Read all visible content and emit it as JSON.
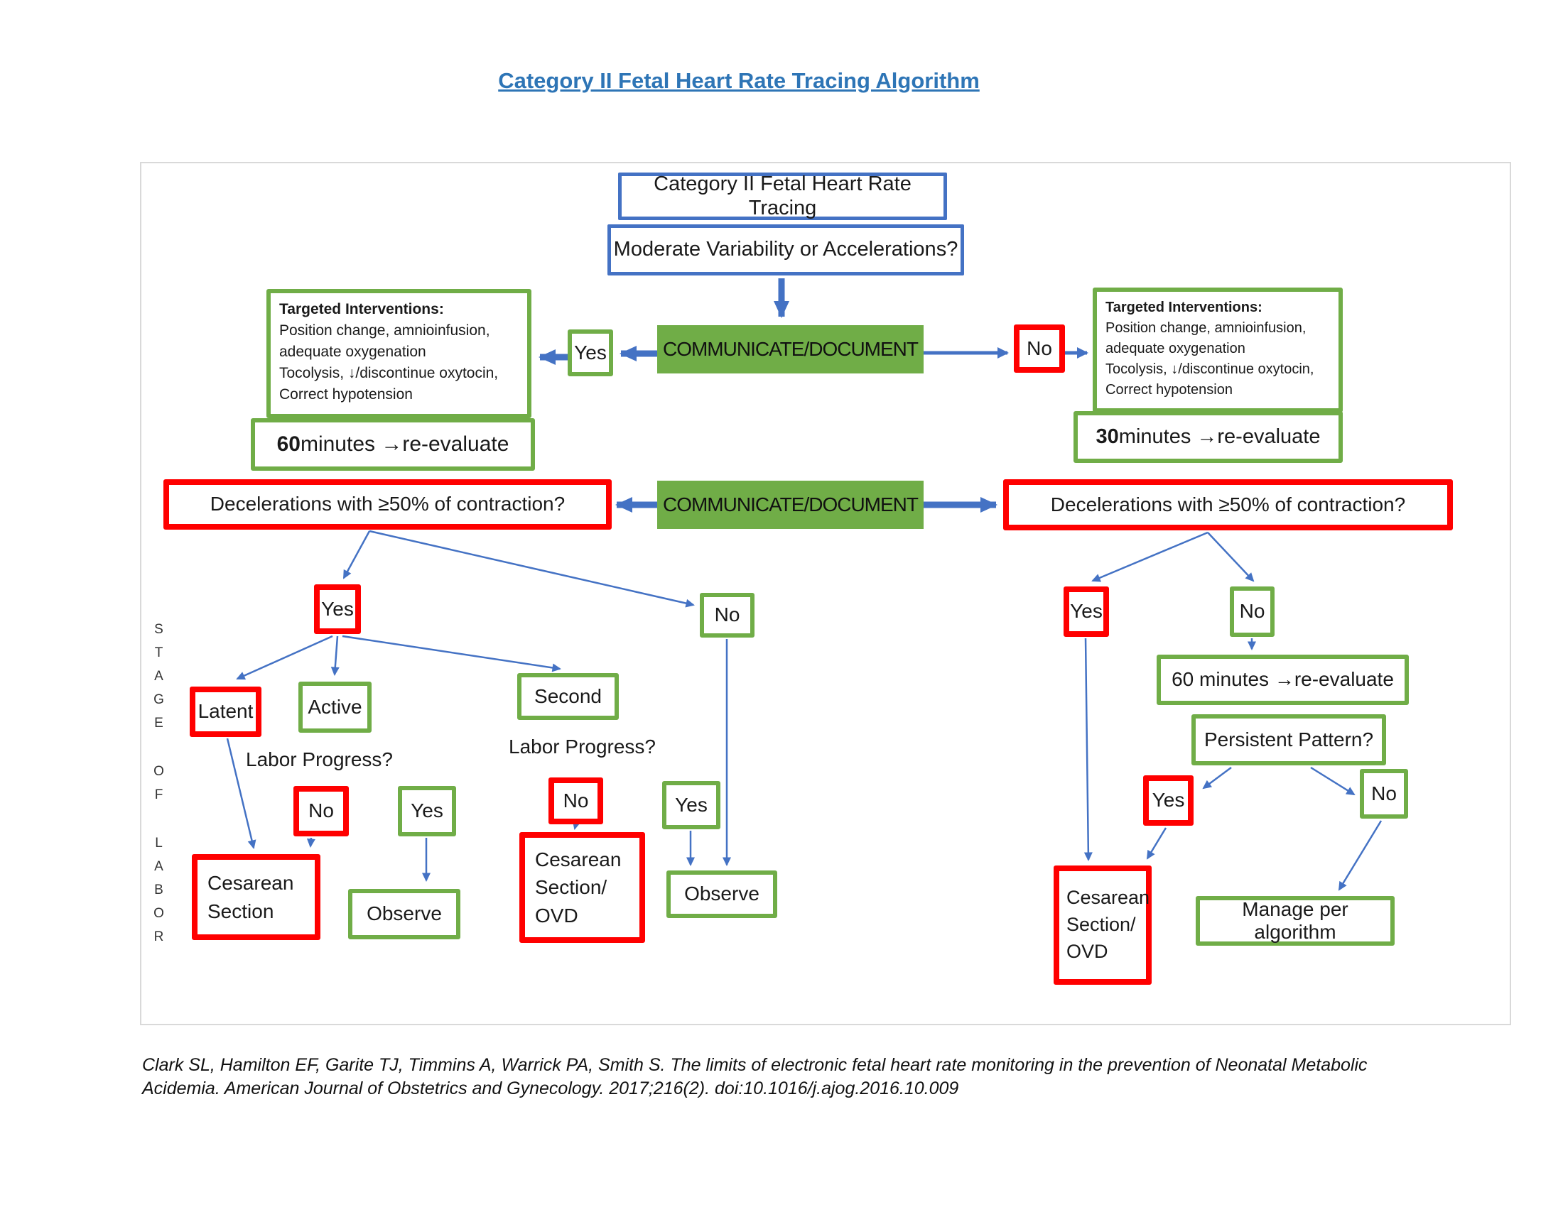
{
  "title": "Category II Fetal Heart Rate Tracing Algorithm",
  "colors": {
    "accent_blue": "#4472C4",
    "green": "#70AD47",
    "red": "#FF0000",
    "title_blue": "#2E75B6",
    "frame_gray": "#D9D9D9"
  },
  "labels": {
    "yes": "Yes",
    "no": "No"
  },
  "nodes": {
    "category": "Category II Fetal Heart Rate Tracing",
    "moderate": "Moderate Variability or Accelerations?",
    "communicate": "COMMUNICATE/DOCUMENT",
    "targeted_interventions": {
      "heading": "Targeted Interventions:",
      "body": "Position change, amnioinfusion,\nadequate oxygenation\nTocolysis, ↓/discontinue oxytocin,\nCorrect hypotension"
    },
    "reeval_left": {
      "minutes": "60",
      "rest": " minutes →re-evaluate"
    },
    "reeval_right": {
      "minutes": "30",
      "rest": " minutes →re-evaluate"
    },
    "decel_question": "Decelerations with ≥50% of contraction?",
    "latent": "Latent",
    "active": "Active",
    "second": "Second",
    "labor_progress": "Labor Progress?",
    "cesarean_section": "Cesarean\nSection",
    "cesarean_section_ovd": "Cesarean\nSection/\nOVD",
    "observe": "Observe",
    "reeval_60": "60 minutes →re-evaluate",
    "persistent_pattern": "Persistent Pattern?",
    "manage": "Manage per algorithm"
  },
  "stage_of_labor": "STAGE OF LABOR",
  "citation": "Clark SL, Hamilton EF, Garite TJ, Timmins A, Warrick PA, Smith S. The limits of electronic fetal heart rate monitoring in the prevention of Neonatal Metabolic Acidemia. American Journal of Obstetrics and Gynecology. 2017;216(2). doi:10.1016/j.ajog.2016.10.009"
}
